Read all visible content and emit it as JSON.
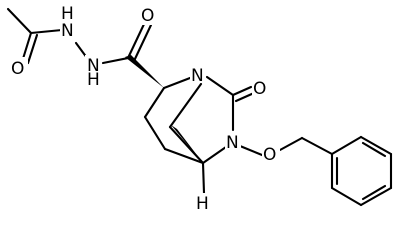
{
  "molecule": {
    "atoms": {
      "carbonyl_o_left": "O",
      "hydrazide_nh_left": "N",
      "hydrazide_h_left": "H",
      "hydrazide_nh_right": "N",
      "hydrazide_h_right": "H",
      "amide_o_right": "O",
      "bridge_n_top": "N",
      "urea_o": "O",
      "bridge_n_bottom": "N",
      "ether_o": "O",
      "stereo_h": "H"
    }
  }
}
